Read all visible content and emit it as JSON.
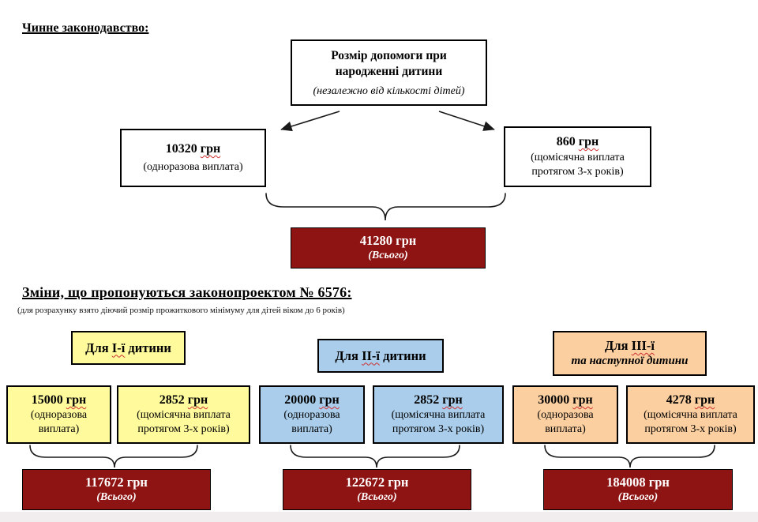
{
  "colors": {
    "dark_red": "#8E1313",
    "yellow": "#FFFB9D",
    "blue": "#A9CDEA",
    "peach": "#FBCFA0",
    "line": "#1a1a1a",
    "spellcheck": "#d03030"
  },
  "current": {
    "heading": "Чинне законодавство:",
    "root": {
      "title_line1": "Розмір допомоги при",
      "title_line2": "народженні дитини",
      "note": "(незалежно від кількості дітей)"
    },
    "one_time": {
      "amount": "10320",
      "currency": "грн",
      "label": "(одноразова виплата)"
    },
    "monthly": {
      "amount": "860",
      "currency": "грн",
      "label": "(щомісячна виплата протягом 3-х років)"
    },
    "total": {
      "amount": "41280",
      "currency": "грн",
      "label": "(Всього)"
    }
  },
  "proposed": {
    "heading": "Зміни, що пропонуються законопроектом № 6576:",
    "note": "(для розрахунку взято діючий розмір прожиткового мінімуму для дітей віком до 6 років)",
    "columns": [
      {
        "header": {
          "prefix": "Для",
          "numeral": "I-ї",
          "suffix": "дитини",
          "line2": ""
        },
        "one_time": {
          "amount": "15000",
          "currency": "грн",
          "label": "(одноразова виплата)"
        },
        "monthly": {
          "amount": "2852",
          "currency": "грн",
          "label": "(щомісячна виплата протягом 3-х років)"
        },
        "total": {
          "amount": "117672",
          "currency": "грн",
          "label": "(Всього)"
        }
      },
      {
        "header": {
          "prefix": "Для",
          "numeral": "II-ї",
          "suffix": "дитини",
          "line2": ""
        },
        "one_time": {
          "amount": "20000",
          "currency": "грн",
          "label": "(одноразова виплата)"
        },
        "monthly": {
          "amount": "2852",
          "currency": "грн",
          "label": "(щомісячна виплата протягом 3-х років)"
        },
        "total": {
          "amount": "122672",
          "currency": "грн",
          "label": "(Всього)"
        }
      },
      {
        "header": {
          "prefix": "Для",
          "numeral": "III-ї",
          "suffix": "",
          "line2": "та наступної дитини"
        },
        "one_time": {
          "amount": "30000",
          "currency": "грн",
          "label": "(одноразова виплата)"
        },
        "monthly": {
          "amount": "4278",
          "currency": "грн",
          "label": "(щомісячна виплата протягом 3-х років)"
        },
        "total": {
          "amount": "184008",
          "currency": "грн",
          "label": "(Всього)"
        }
      }
    ]
  }
}
